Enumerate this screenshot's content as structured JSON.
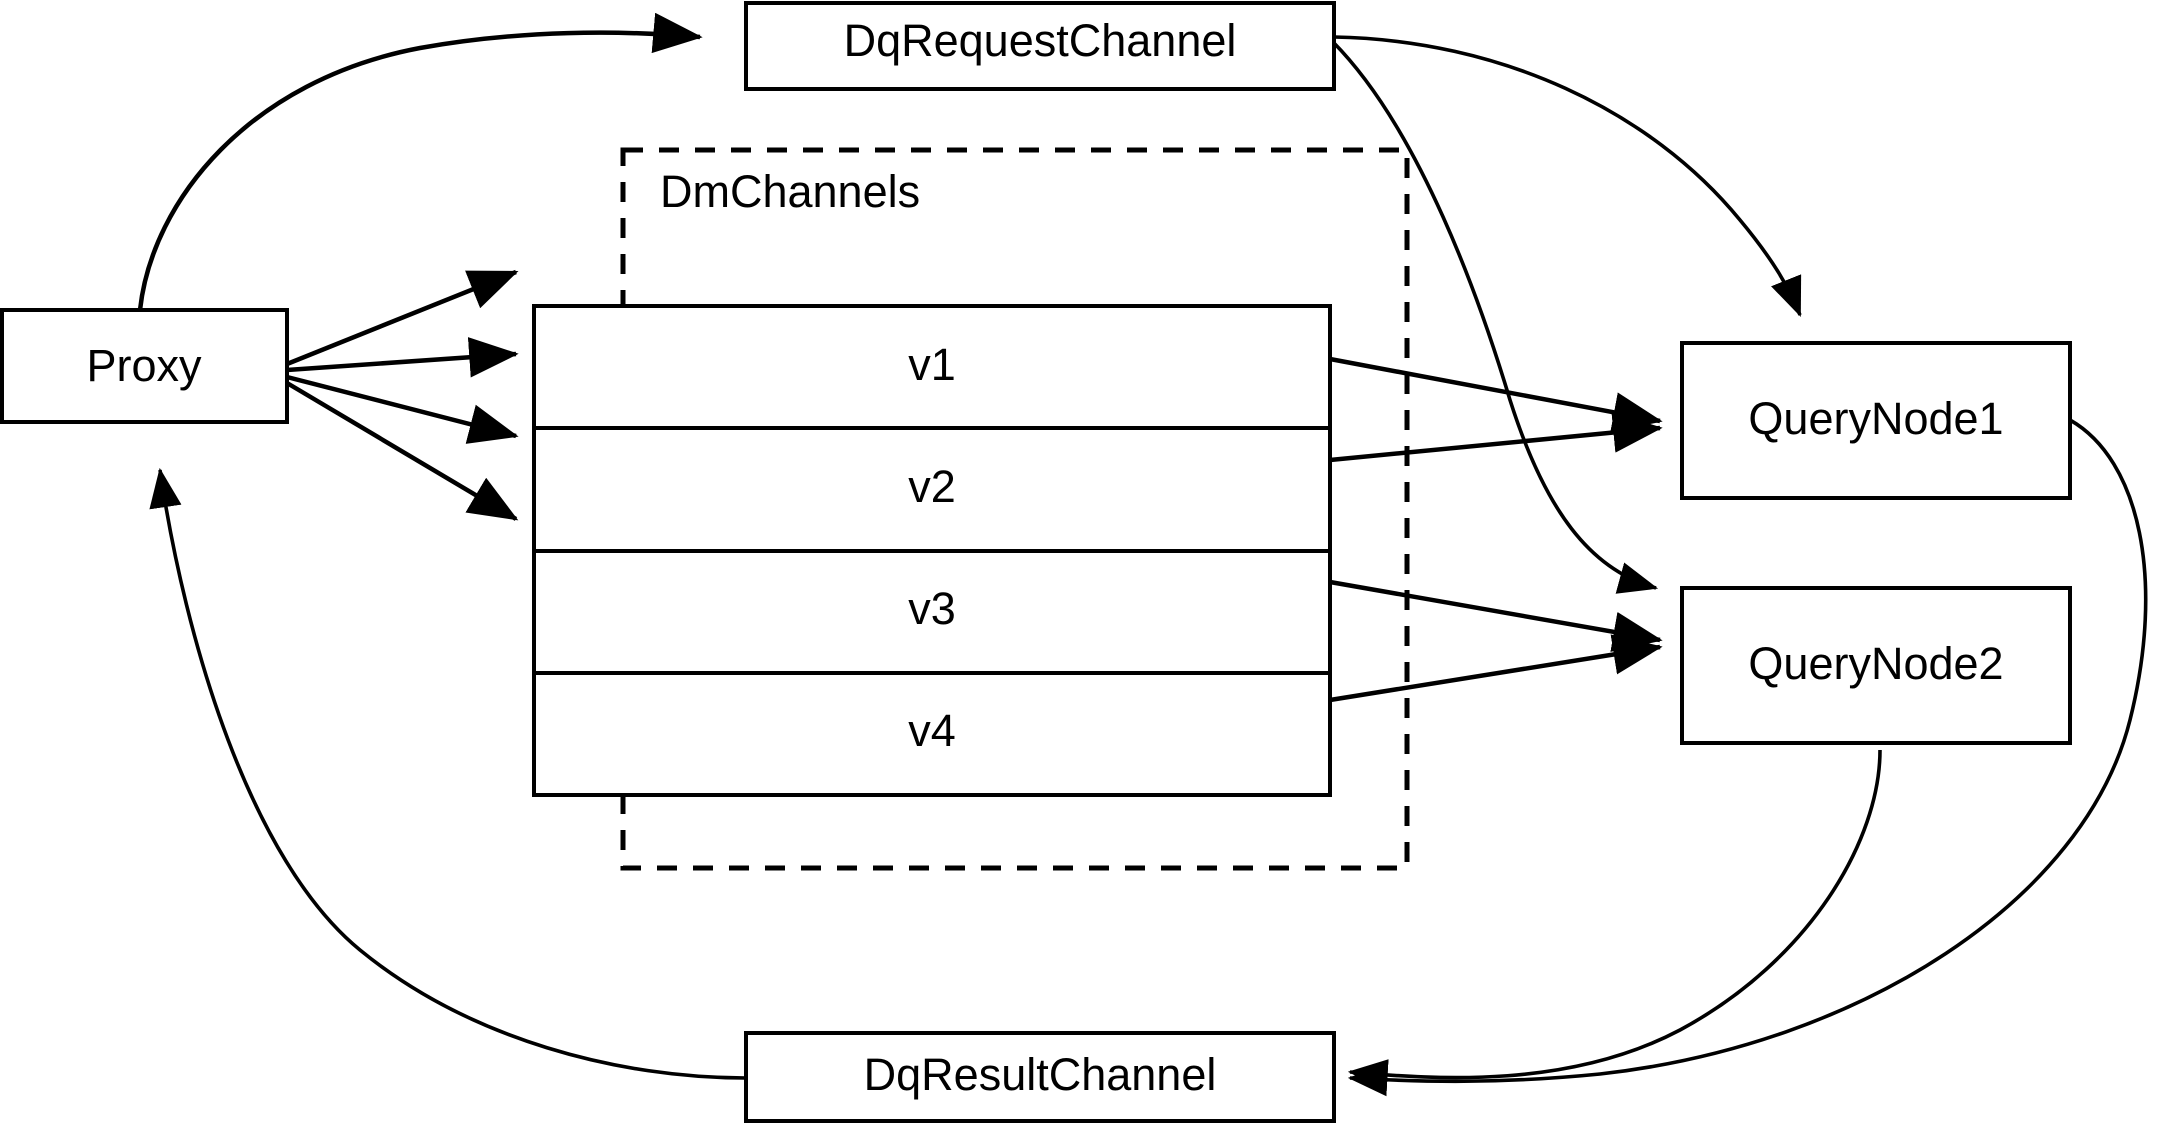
{
  "diagram": {
    "type": "architecture-flow-diagram",
    "background_color": "#ffffff",
    "stroke_color": "#000000",
    "nodes": {
      "proxy": {
        "label": "Proxy"
      },
      "dq_request_channel": {
        "label": "DqRequestChannel"
      },
      "dq_result_channel": {
        "label": "DqResultChannel"
      },
      "query_node_1": {
        "label": "QueryNode1"
      },
      "query_node_2": {
        "label": "QueryNode2"
      },
      "dm_channels_group": {
        "label": "DmChannels"
      }
    },
    "dm_channels": {
      "title": "DmChannels",
      "rows": [
        {
          "label": "v1"
        },
        {
          "label": "v2"
        },
        {
          "label": "v3"
        },
        {
          "label": "v4"
        }
      ]
    },
    "edges": [
      {
        "from": "Proxy",
        "to": "DqRequestChannel",
        "style": "curved",
        "arrow": "to"
      },
      {
        "from": "Proxy",
        "to": "v1",
        "style": "straight",
        "arrow": "to"
      },
      {
        "from": "Proxy",
        "to": "v2",
        "style": "straight",
        "arrow": "to"
      },
      {
        "from": "Proxy",
        "to": "v3",
        "style": "straight",
        "arrow": "to"
      },
      {
        "from": "Proxy",
        "to": "v4",
        "style": "straight",
        "arrow": "to"
      },
      {
        "from": "DqRequestChannel",
        "to": "QueryNode1",
        "style": "curved",
        "arrow": "to"
      },
      {
        "from": "DqRequestChannel",
        "to": "QueryNode2",
        "style": "curved",
        "arrow": "to"
      },
      {
        "from": "v1",
        "to": "QueryNode1",
        "style": "straight",
        "arrow": "to"
      },
      {
        "from": "v2",
        "to": "QueryNode1",
        "style": "straight",
        "arrow": "to"
      },
      {
        "from": "v3",
        "to": "QueryNode2",
        "style": "straight",
        "arrow": "to"
      },
      {
        "from": "v4",
        "to": "QueryNode2",
        "style": "straight",
        "arrow": "to"
      },
      {
        "from": "QueryNode1",
        "to": "DqResultChannel",
        "style": "curved",
        "arrow": "to"
      },
      {
        "from": "QueryNode2",
        "to": "DqResultChannel",
        "style": "curved",
        "arrow": "to"
      },
      {
        "from": "DqResultChannel",
        "to": "Proxy",
        "style": "curved",
        "arrow": "to"
      }
    ]
  }
}
